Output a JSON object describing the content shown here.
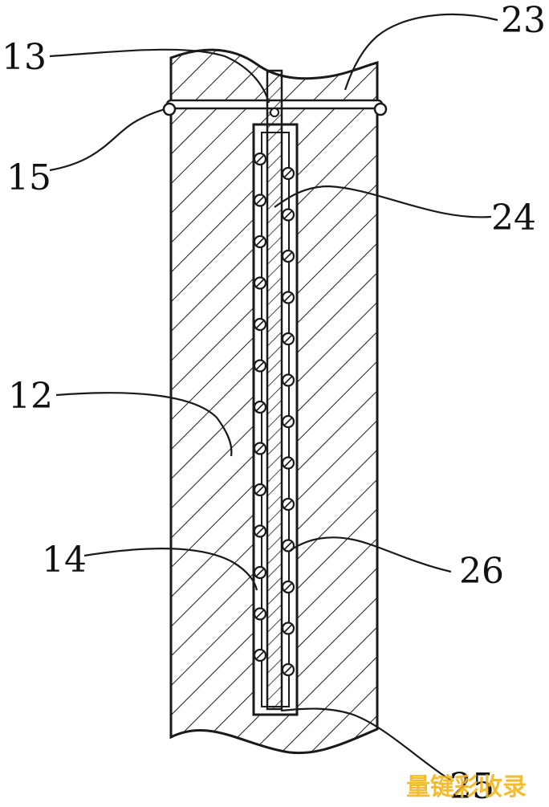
{
  "figure": {
    "labels": {
      "l13": "13",
      "l23": "23",
      "l15": "15",
      "l24": "24",
      "l12": "12",
      "l14": "14",
      "l26": "26",
      "l25": "25"
    },
    "watermark": "量键彩收录"
  },
  "colors": {
    "line": "#1a1a1a",
    "background": "#ffffff",
    "watermark": "#f2b51c"
  }
}
